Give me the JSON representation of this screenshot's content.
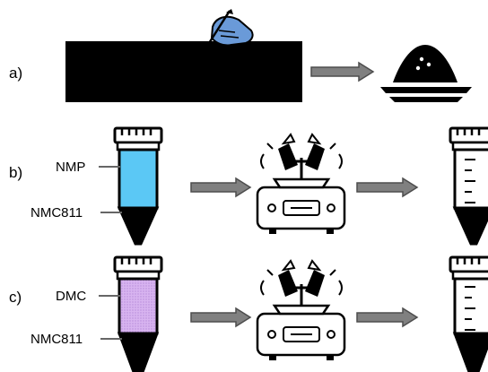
{
  "rows": {
    "a": {
      "label": "a)"
    },
    "b": {
      "label": "b)",
      "upper_label": "NMP",
      "lower_label": "NMC811",
      "liquid_color": "#5bc8f5"
    },
    "c": {
      "label": "c)",
      "upper_label": "DMC",
      "lower_label": "NMC811",
      "liquid_color": "#d8b4f0"
    }
  },
  "colors": {
    "arrow_fill": "#808080",
    "arrow_stroke": "#4d4d4d",
    "electrode_sheet": "#000000",
    "glove": "#6a9ad8",
    "powder": "#000000"
  },
  "icons": [
    "scalpel-glove-icon",
    "powder-pile-icon",
    "centrifuge-tube-icon",
    "vortex-mixer-icon",
    "graduated-tube-icon",
    "arrow-right-icon"
  ]
}
